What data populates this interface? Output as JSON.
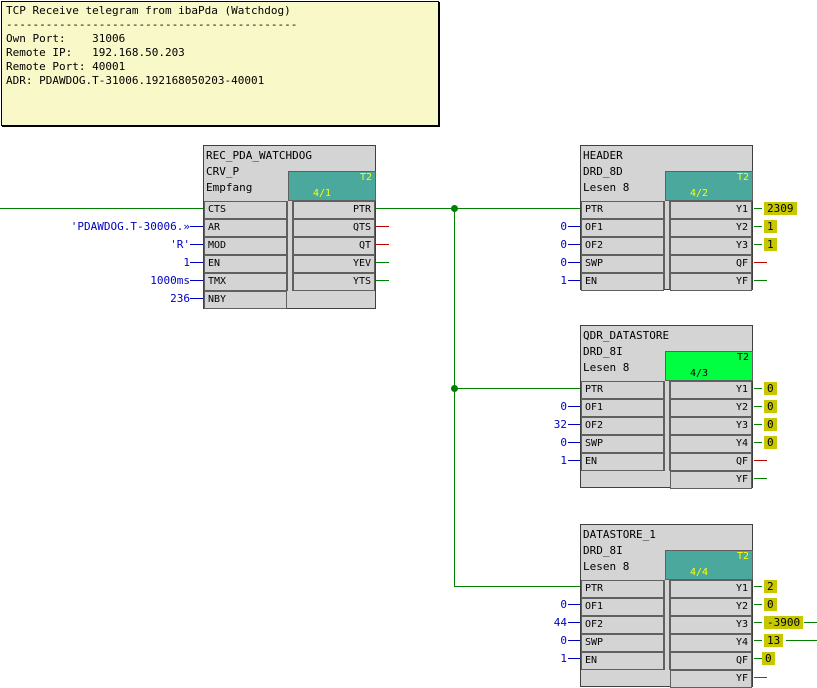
{
  "comment": {
    "lines": [
      "TCP Receive telegram from ibaPda (Watchdog)",
      "--------------------------------------------",
      "Own Port:    31006",
      "Remote IP:   192.168.50.203",
      "Remote Port: 40001",
      "ADR: PDAWDOG.T-31006.192168050203-40001"
    ]
  },
  "colors": {
    "header_teal": "#4aa89c",
    "header_green": "#00ff40",
    "wire": "#008000",
    "value_blue": "#0000c0",
    "out_value_bg": "#c8c800"
  },
  "blocks": {
    "rec": {
      "name": "REC_PDA_WATCHDOG",
      "type": "CRV_P",
      "comment": "Empfang",
      "t2": "T2",
      "seq": "4/1",
      "inputs": [
        {
          "pin": "CTS",
          "value": ""
        },
        {
          "pin": "AR",
          "value": "'PDAWDOG.T-30006.»"
        },
        {
          "pin": "MOD",
          "value": "'R'"
        },
        {
          "pin": "EN",
          "value": "1"
        },
        {
          "pin": "TMX",
          "value": "1000ms"
        },
        {
          "pin": "NBY",
          "value": "236"
        }
      ],
      "outputs": [
        {
          "pin": "PTR"
        },
        {
          "pin": "QTS"
        },
        {
          "pin": "QT"
        },
        {
          "pin": "YEV"
        },
        {
          "pin": "YTS"
        }
      ]
    },
    "header": {
      "name": "HEADER",
      "type": "DRD_8D",
      "comment": "Lesen 8",
      "t2": "T2",
      "seq": "4/2",
      "inputs": [
        {
          "pin": "PTR",
          "value": ""
        },
        {
          "pin": "OF1",
          "value": "0"
        },
        {
          "pin": "OF2",
          "value": "0"
        },
        {
          "pin": "SWP",
          "value": "0"
        },
        {
          "pin": "EN",
          "value": "1"
        }
      ],
      "outputs": [
        {
          "pin": "Y1",
          "value": "2309"
        },
        {
          "pin": "Y2",
          "value": "1"
        },
        {
          "pin": "Y3",
          "value": "1"
        },
        {
          "pin": "QF",
          "value": ""
        },
        {
          "pin": "YF",
          "value": ""
        }
      ]
    },
    "qdr": {
      "name": "QDR_DATASTORE",
      "type": "DRD_8I",
      "comment": "Lesen 8",
      "t2": "T2",
      "seq": "4/3",
      "inputs": [
        {
          "pin": "PTR",
          "value": ""
        },
        {
          "pin": "OF1",
          "value": "0"
        },
        {
          "pin": "OF2",
          "value": "32"
        },
        {
          "pin": "SWP",
          "value": "0"
        },
        {
          "pin": "EN",
          "value": "1"
        }
      ],
      "outputs": [
        {
          "pin": "Y1",
          "value": "0"
        },
        {
          "pin": "Y2",
          "value": "0"
        },
        {
          "pin": "Y3",
          "value": "0"
        },
        {
          "pin": "Y4",
          "value": "0"
        },
        {
          "pin": "QF",
          "value": ""
        },
        {
          "pin": "YF",
          "value": ""
        }
      ]
    },
    "ds1": {
      "name": "DATASTORE_1",
      "type": "DRD_8I",
      "comment": "Lesen 8",
      "t2": "T2",
      "seq": "4/4",
      "inputs": [
        {
          "pin": "PTR",
          "value": ""
        },
        {
          "pin": "OF1",
          "value": "0"
        },
        {
          "pin": "OF2",
          "value": "44"
        },
        {
          "pin": "SWP",
          "value": "0"
        },
        {
          "pin": "EN",
          "value": "1"
        }
      ],
      "outputs": [
        {
          "pin": "Y1",
          "value": "2"
        },
        {
          "pin": "Y2",
          "value": "0"
        },
        {
          "pin": "Y3",
          "value": "-3900"
        },
        {
          "pin": "Y4",
          "value": "13"
        },
        {
          "pin": "QF",
          "value": "0"
        },
        {
          "pin": "YF",
          "value": ""
        }
      ]
    }
  }
}
